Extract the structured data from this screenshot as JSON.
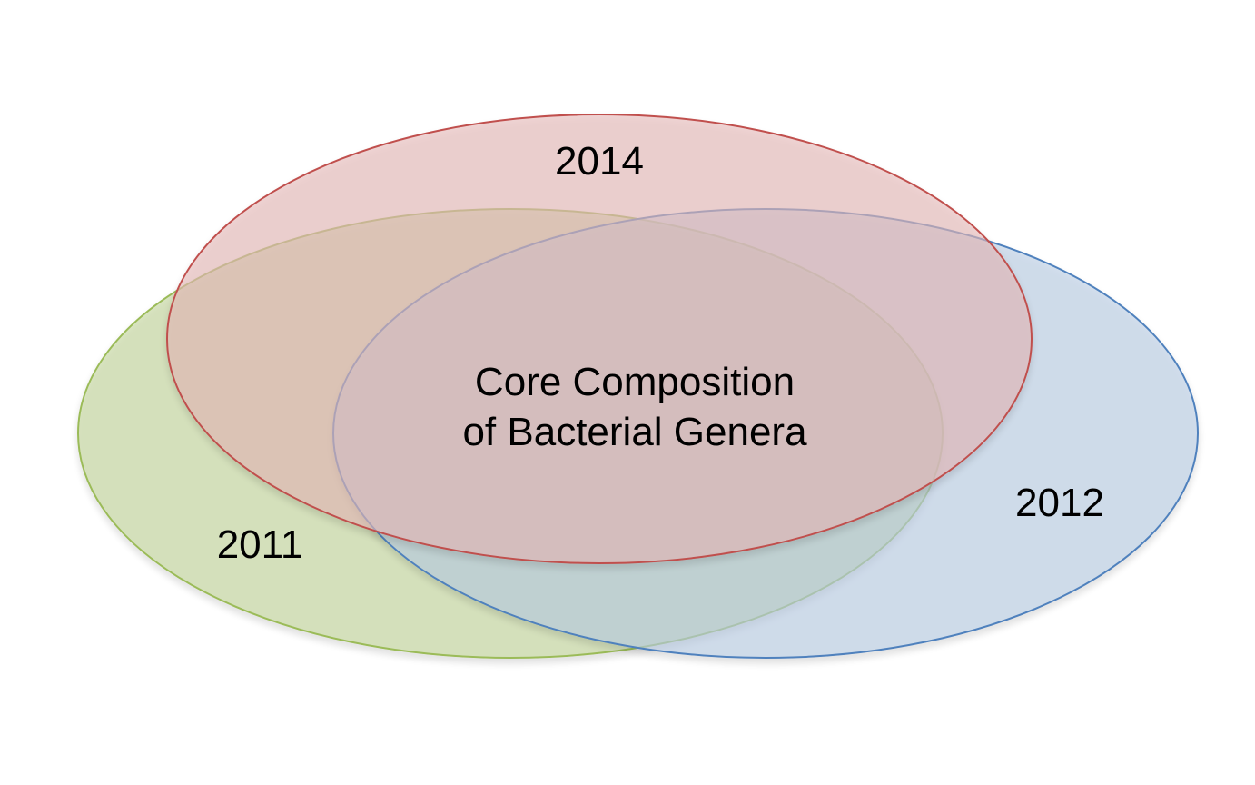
{
  "diagram": {
    "type": "venn",
    "sets": [
      {
        "id": "set-2011",
        "label": "2011",
        "stroke": "#9bbb59",
        "fill": "#c3d69b"
      },
      {
        "id": "set-2012",
        "label": "2012",
        "stroke": "#4f81bd",
        "fill": "#b9cde5"
      },
      {
        "id": "set-2014",
        "label": "2014",
        "stroke": "#c0504d",
        "fill": "#e6b9b8"
      }
    ],
    "center": {
      "line1": "Core Composition",
      "line2": "of Bacterial Genera"
    }
  }
}
